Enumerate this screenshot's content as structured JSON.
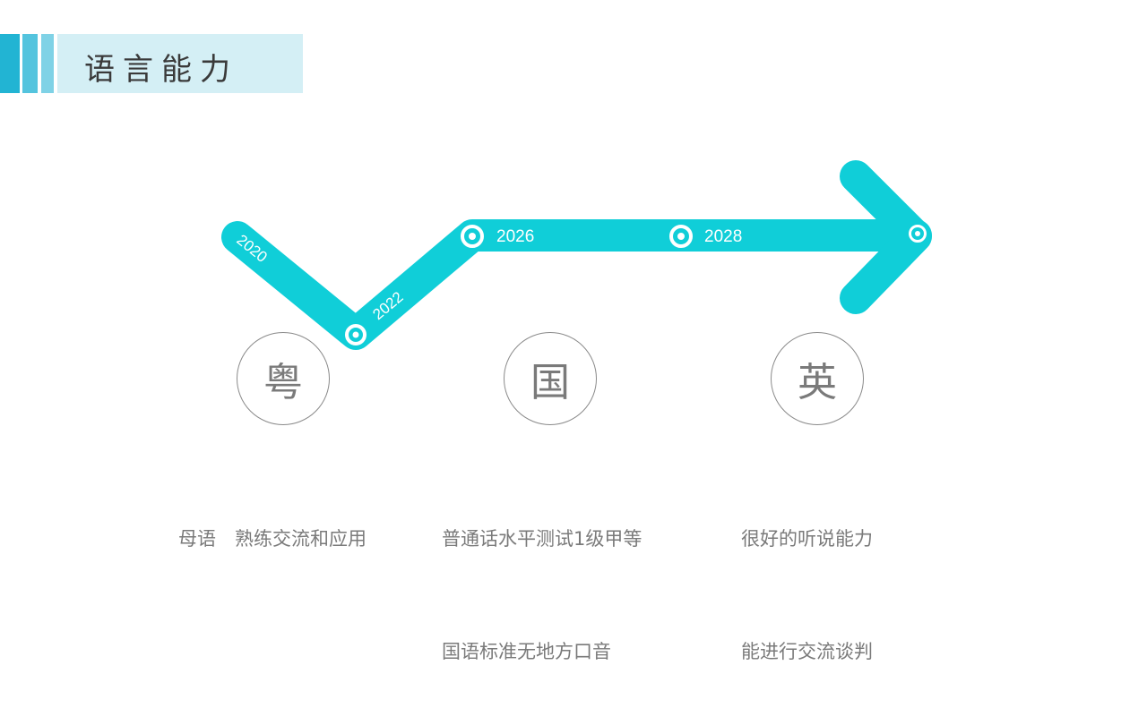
{
  "header": {
    "title": "语言能力",
    "bar_colors": [
      "#22b4d3",
      "#54c4de",
      "#7fd2e6",
      "#d4eff5"
    ]
  },
  "timeline": {
    "color": "#10ced8",
    "years": [
      {
        "label": "2020"
      },
      {
        "label": "2022"
      },
      {
        "label": "2026"
      },
      {
        "label": "2028"
      }
    ]
  },
  "languages": [
    {
      "glyph": "粤",
      "lines": [
        "母语　熟练交流和应用"
      ]
    },
    {
      "glyph": "国",
      "lines": [
        "普通话水平测试1级甲等",
        "国语标准无地方口音"
      ]
    },
    {
      "glyph": "英",
      "lines": [
        "很好的听说能力",
        "能进行交流谈判"
      ]
    }
  ]
}
